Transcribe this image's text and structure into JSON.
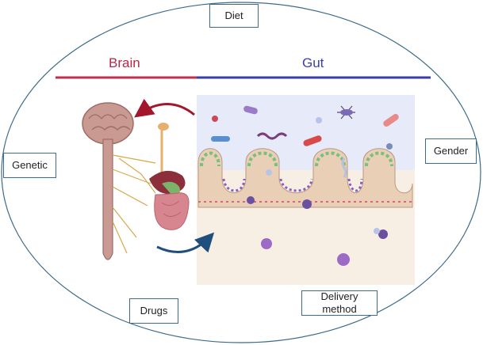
{
  "factors": {
    "diet": "Diet",
    "genetic": "Genetic",
    "gender": "Gender",
    "drugs": "Drugs",
    "delivery": "Delivery method"
  },
  "axis": {
    "brain": "Brain",
    "gut": "Gut"
  },
  "colors": {
    "brain_line": "#c0304e",
    "gut_line": "#3a3fa8",
    "brain_text": "#b3294a",
    "gut_text": "#3a3fa8",
    "ellipse": "#3c6b8c",
    "gut_panel": "#e7eaf8",
    "lumen": "#f8efe4",
    "top_arrow": "#a3162c",
    "bottom_arrow": "#1f4f7c"
  }
}
